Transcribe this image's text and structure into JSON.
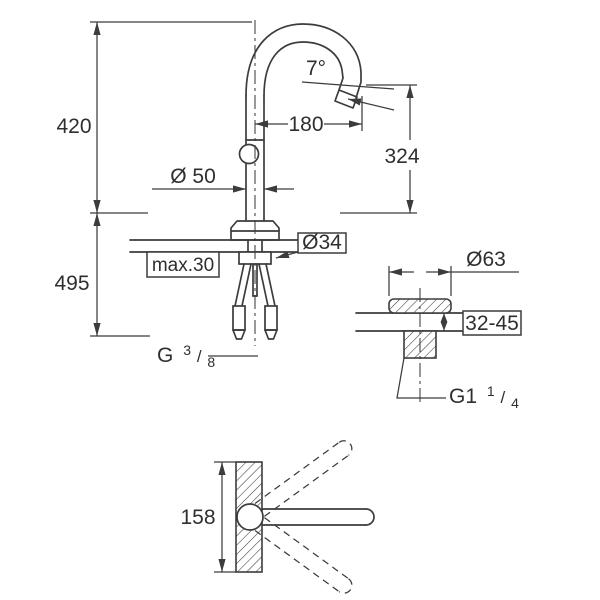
{
  "title": "Faucet dimensional technical drawing",
  "colors": {
    "line": "#3c3c3c",
    "background": "#ffffff"
  },
  "front_view": {
    "dim_height_total": "420",
    "dim_height_below": "495",
    "spout_angle": "7°",
    "dim_spout_reach": "180",
    "dim_spout_height": "324",
    "dim_body_diameter": "Ø 50",
    "dim_hole_diameter": "Ø34",
    "dim_max_counter": "max.30",
    "thread_supply": {
      "prefix": "G",
      "numerator": "3",
      "slash": "/",
      "denominator": "8"
    }
  },
  "drain_view": {
    "dim_flange_diameter": "Ø63",
    "dim_deck_range": "32-45",
    "thread_waste": {
      "prefix": "G1",
      "numerator": "1",
      "slash": "/",
      "denominator": "4"
    }
  },
  "top_view": {
    "dim_swivel_width": "158"
  }
}
